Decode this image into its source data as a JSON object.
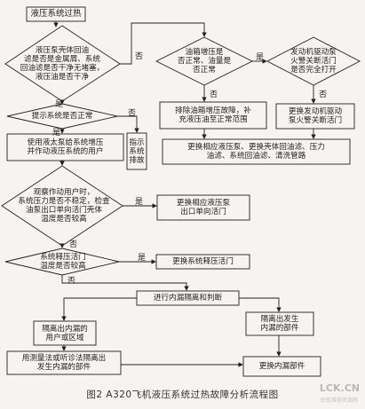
{
  "diagram": {
    "title": "液压系统过热",
    "nodes": {
      "d1": "液压泵壳体回油\n滤是否是金属屑、系统\n回油滤是否干净无堵塞，\n液压油是否干净",
      "d2": "提示系统是否正常",
      "p_use": "使用液太泵给系统增压\n并作动液压系统的用户",
      "p_indicator": "指示\n系统\n排故",
      "d3": "观察作动用户时，\n系统压力是否不稳定，检查\n油泵出口单向活门壳体\n温度是否较高",
      "p_pump_valve": "更换相应液压泵\n出口单向活门",
      "d4": "系统释压活门\n温度是否较高",
      "p_relief": "更换系统释压活门",
      "p_isolate": "进行内漏隔离和判断",
      "p_users": "隔离出内漏的\n用户或区域",
      "p_locate": "用测量法或听诊法隔离出\n发生内漏的部件",
      "p_isolated_part": "隔离出发生\n内漏的部件",
      "p_replace_leak": "更换内漏部件",
      "d_tank": "油箱增压是\n否正常、油量是\n否正常",
      "d_engine": "发动机驱动泵\n火警关断活门\n是否完全打开",
      "p_tank_fix": "排除油箱增压故障，补\n充液压油至正常范围",
      "p_engine_valve": "更换发动机驱动\n泵火警关断活门",
      "p_replace_parts": "更换相应液压泵、更换壳体回油滤、压力\n油滤、系统回油滤、清洗管路"
    },
    "labels": {
      "yes": "是",
      "no": "否"
    },
    "caption": "图2    A320飞机液压系统过热故障分析流程图"
  },
  "watermark": {
    "text": "LCK.CN",
    "sub": "民航维修资源网"
  }
}
